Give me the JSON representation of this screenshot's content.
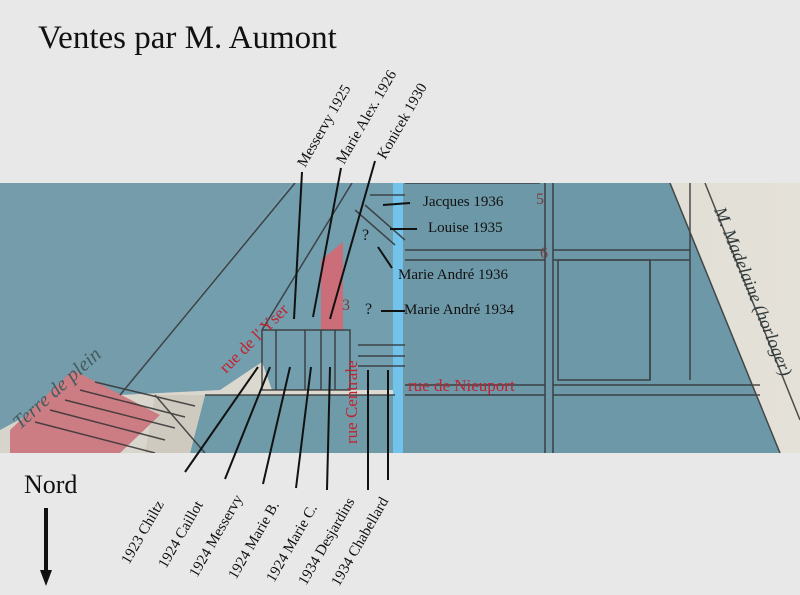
{
  "title": "Ventes par M. Aumont",
  "north": "Nord",
  "map_text": {
    "terre_de_plein": "Terre de plein",
    "madelaine": "M. Madelaine (horloger)",
    "lot_3": "3",
    "lot_5": "5",
    "lot_6": "6",
    "question_1": "?",
    "question_2": "?"
  },
  "streets": {
    "yser": "rue de l' Yser",
    "centrale": "rue Centrale",
    "nieuport": "rue de Nieuport"
  },
  "labels_top": [
    "Messervy  1925",
    "Marie Alex. 1926",
    "Konicek  1930"
  ],
  "labels_right": [
    "Jacques  1936",
    "Louise  1935",
    "Marie André  1936",
    "Marie André 1934"
  ],
  "labels_bottom": [
    "1923  Chiltz",
    "1924  Caillot",
    "1924  Messervy",
    "1924  Marie B.",
    "1924  Marie C.",
    "1934  Desjardins",
    "1934  Chabellard"
  ],
  "colors": {
    "background": "#e8e8e8",
    "paper": "#d9d5cc",
    "parcel_blue": "#6f99a8",
    "parcel_pink": "#cc7d83",
    "street_red": "#c2222e",
    "canal_blue": "#6fc0e6"
  }
}
